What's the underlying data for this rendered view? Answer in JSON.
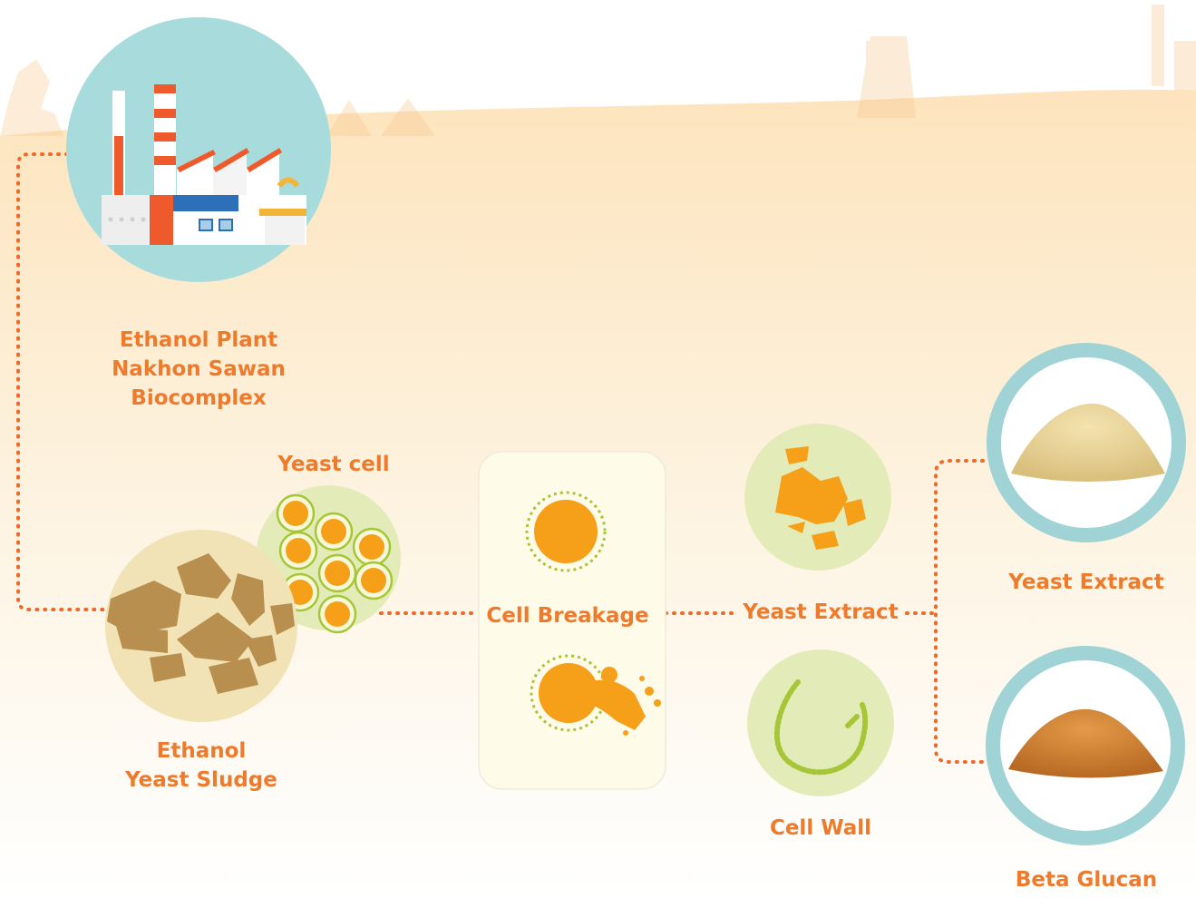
{
  "colors": {
    "accent_orange": "#ee7a2b",
    "dotted_line": "#ee6a2a",
    "sky_circle": "#a8dcdc",
    "pale_green_circle": "#e3ecb8",
    "sludge_bg": "#f1e3b6",
    "sludge_particle": "#b88f4e",
    "yeast_core": "#f6a01a",
    "yeast_ring": "#a7c637",
    "product_ring": "#9fd3d6",
    "background_top": "#fde4bd"
  },
  "nodes": {
    "ethanol_plant": {
      "lines": [
        "Ethanol Plant",
        "Nakhon Sawan",
        "Biocomplex"
      ],
      "icon": "factory-icon"
    },
    "yeast_sludge": {
      "lines": [
        "Ethanol",
        "Yeast Sludge"
      ],
      "icon": "sludge-icon"
    },
    "yeast_cell": {
      "label": "Yeast cell",
      "icon": "yeast-cell-icon"
    },
    "cell_breakage": {
      "label": "Cell Breakage",
      "icon": "cell-breakage-icon"
    },
    "yeast_extract_stage": {
      "label": "Yeast Extract",
      "icon": "extract-fragment-icon"
    },
    "cell_wall_stage": {
      "label": "Cell Wall",
      "icon": "cell-wall-icon"
    },
    "yeast_extract_product": {
      "label": "Yeast Extract",
      "icon": "yeast-extract-powder-icon"
    },
    "beta_glucan_product": {
      "label": "Beta Glucan",
      "icon": "beta-glucan-powder-icon"
    }
  }
}
